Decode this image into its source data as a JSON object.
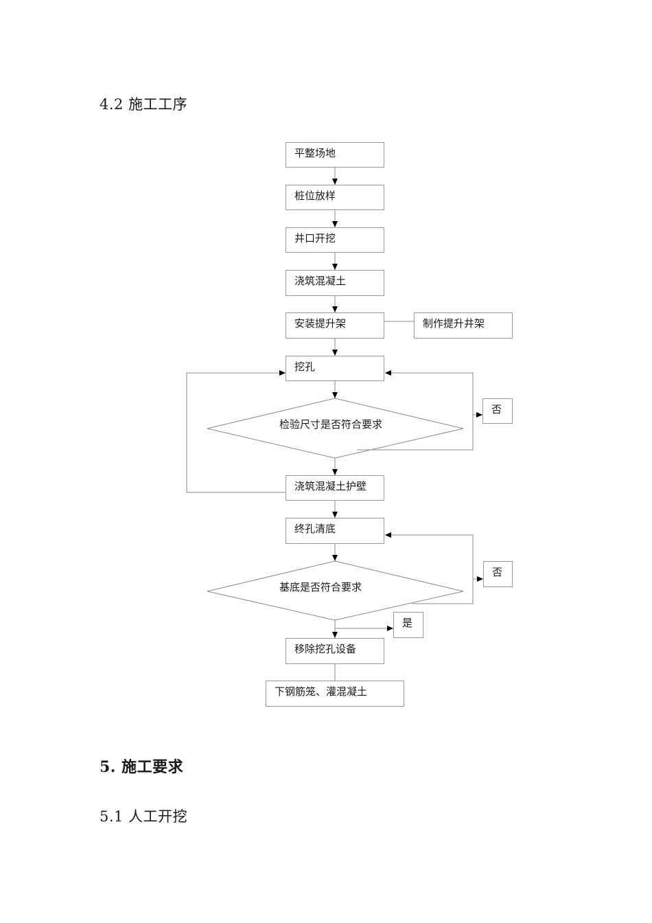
{
  "headings": {
    "section_4_2": "4.2 施工工序",
    "section_5": "5.  施工要求",
    "section_5_1": "5.1 人工开挖"
  },
  "flowchart": {
    "steps": {
      "level_site": "平整场地",
      "pile_setout": "桩位放样",
      "wellhead_excavation": "井口开挖",
      "pour_concrete": "浇筑混凝土",
      "install_hoist": "安装提升架",
      "make_hoist": "制作提升井架",
      "dig_hole": "挖孔",
      "pour_wall": "浇筑混凝土护壁",
      "final_clean": "终孔清底",
      "remove_equipment": "移除挖孔设备",
      "cage_concrete": "下钢筋笼、灌混凝土"
    },
    "decisions": {
      "check_size": "检验尺寸是否符合要求",
      "check_base": "基底是否符合要求"
    },
    "labels": {
      "no_1": "否",
      "no_2": "否",
      "yes": "是"
    }
  }
}
